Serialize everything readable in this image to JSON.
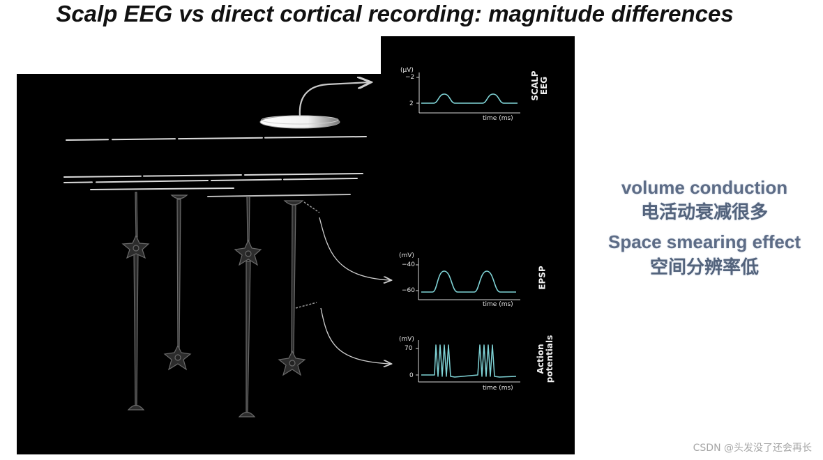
{
  "title": "Scalp EEG vs direct cortical recording: magnitude differences",
  "scalp_panel": {
    "unit": "(μV)",
    "tick_top": "−2",
    "tick_bottom": "2",
    "xlabel": "time (ms)",
    "side_label_line1": "SCALP",
    "side_label_line2": "EEG"
  },
  "epsp_panel": {
    "unit": "(mV)",
    "tick_top": "−40",
    "tick_bottom": "−60",
    "xlabel": "time (ms)",
    "side_label": "EPSP"
  },
  "ap_panel": {
    "unit": "(mV)",
    "tick_top": "70",
    "tick_bottom": "0",
    "xlabel": "time (ms)",
    "side_label_line1": "Action",
    "side_label_line2": "potentials"
  },
  "notes": [
    "volume conduction",
    "电活动衰减很多",
    "Space smearing effect",
    "空间分辨率低"
  ],
  "watermark": "CSDN @头发没了还会再长",
  "colors": {
    "trace": "#7fd3d6",
    "note": "#53637c"
  }
}
